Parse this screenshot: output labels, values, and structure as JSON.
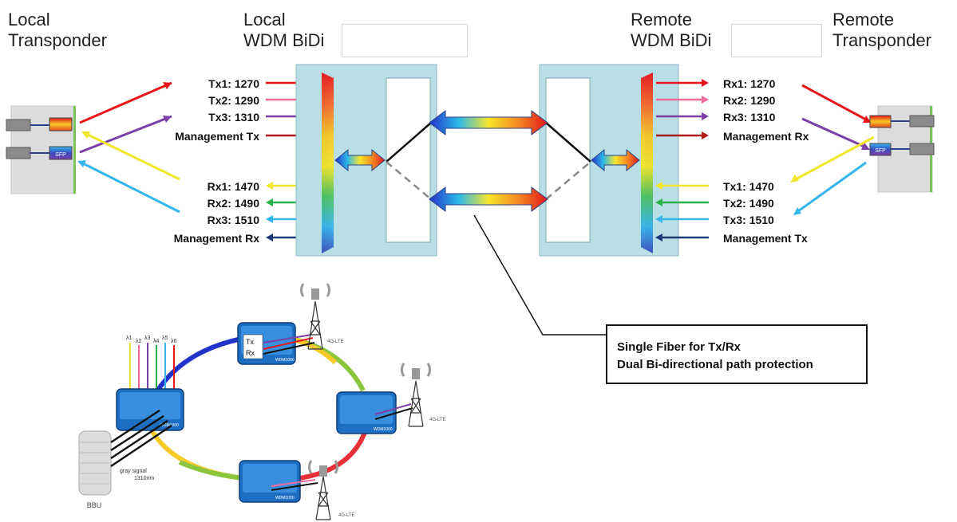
{
  "headers": {
    "local_transponder": [
      "Local",
      "Transponder"
    ],
    "local_wdm": [
      "Local",
      "WDM BiDi"
    ],
    "remote_wdm": [
      "Remote",
      "WDM BiDi"
    ],
    "remote_transponder": [
      "Remote",
      "Transponder"
    ]
  },
  "local_tx_labels": [
    "Tx1: 1270",
    "Tx2: 1290",
    "Tx3: 1310",
    "Management Tx"
  ],
  "local_rx_labels": [
    "Rx1: 1470",
    "Rx2: 1490",
    "Rx3: 1510",
    "Management Rx"
  ],
  "remote_rx_labels": [
    "Rx1: 1270",
    "Rx2: 1290",
    "Rx3: 1310",
    "Management Rx"
  ],
  "remote_tx_labels": [
    "Tx1: 1470",
    "Tx2: 1490",
    "Tx3: 1510",
    "Management Tx"
  ],
  "wave_colors": {
    "ch1": "#e8161b",
    "ch2": "#f06a9e",
    "ch3": "#7b3fa8",
    "mgmt_tx": "#b01c1c",
    "ch4": "#f2e62a",
    "ch5": "#2bb24c",
    "ch6": "#35b6ea",
    "mgmt_rx": "#1f3a78"
  },
  "sfp_label": "SFP",
  "callout": [
    "Single Fiber for Tx/Rx",
    "Dual Bi-directional path protection"
  ],
  "ring": {
    "lambda_labels": [
      "λ1",
      "λ2",
      "λ3",
      "λ4",
      "λ5",
      "λ6"
    ],
    "node_label": "WDM1000",
    "tx_label": "Tx",
    "rx_label": "Rx",
    "tower_label": "4G-LTE",
    "gray_signal": [
      "gray signal",
      "1310nm"
    ],
    "bbu_label": "BBU"
  }
}
